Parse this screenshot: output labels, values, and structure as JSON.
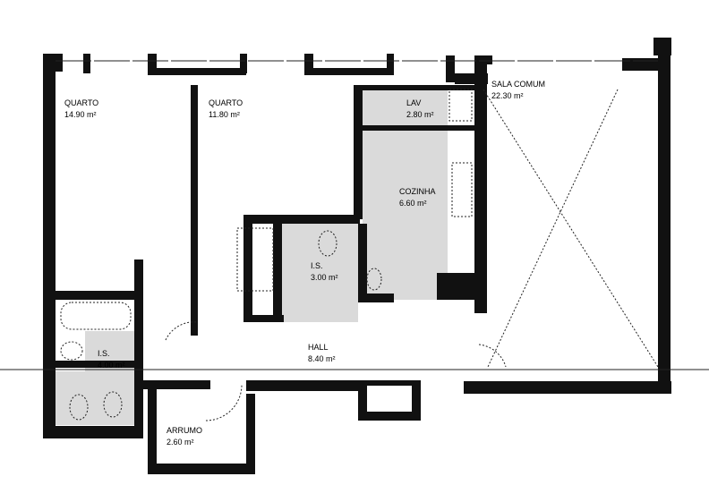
{
  "rooms": [
    {
      "id": "quarto-1",
      "name": "QUARTO",
      "area": "14.90 m²"
    },
    {
      "id": "quarto-2",
      "name": "QUARTO",
      "area": "11.80 m²"
    },
    {
      "id": "lav",
      "name": "LAV",
      "area": "2.80 m²"
    },
    {
      "id": "cozinha",
      "name": "COZINHA",
      "area": "6.60 m²"
    },
    {
      "id": "sala-comum",
      "name": "SALA COMUM",
      "area": "22.30 m²"
    },
    {
      "id": "is-1",
      "name": "I.S.",
      "area": "3.00 m²"
    },
    {
      "id": "hall",
      "name": "HALL",
      "area": "8.40 m²"
    },
    {
      "id": "is-2",
      "name": "I.S.",
      "area": "4.00 m²"
    },
    {
      "id": "arrumo",
      "name": "ARRUMO",
      "area": "2.60 m²"
    }
  ],
  "colors": {
    "wall": "#111111",
    "wet_area": "#bbbbbb",
    "background": "#ffffff"
  }
}
